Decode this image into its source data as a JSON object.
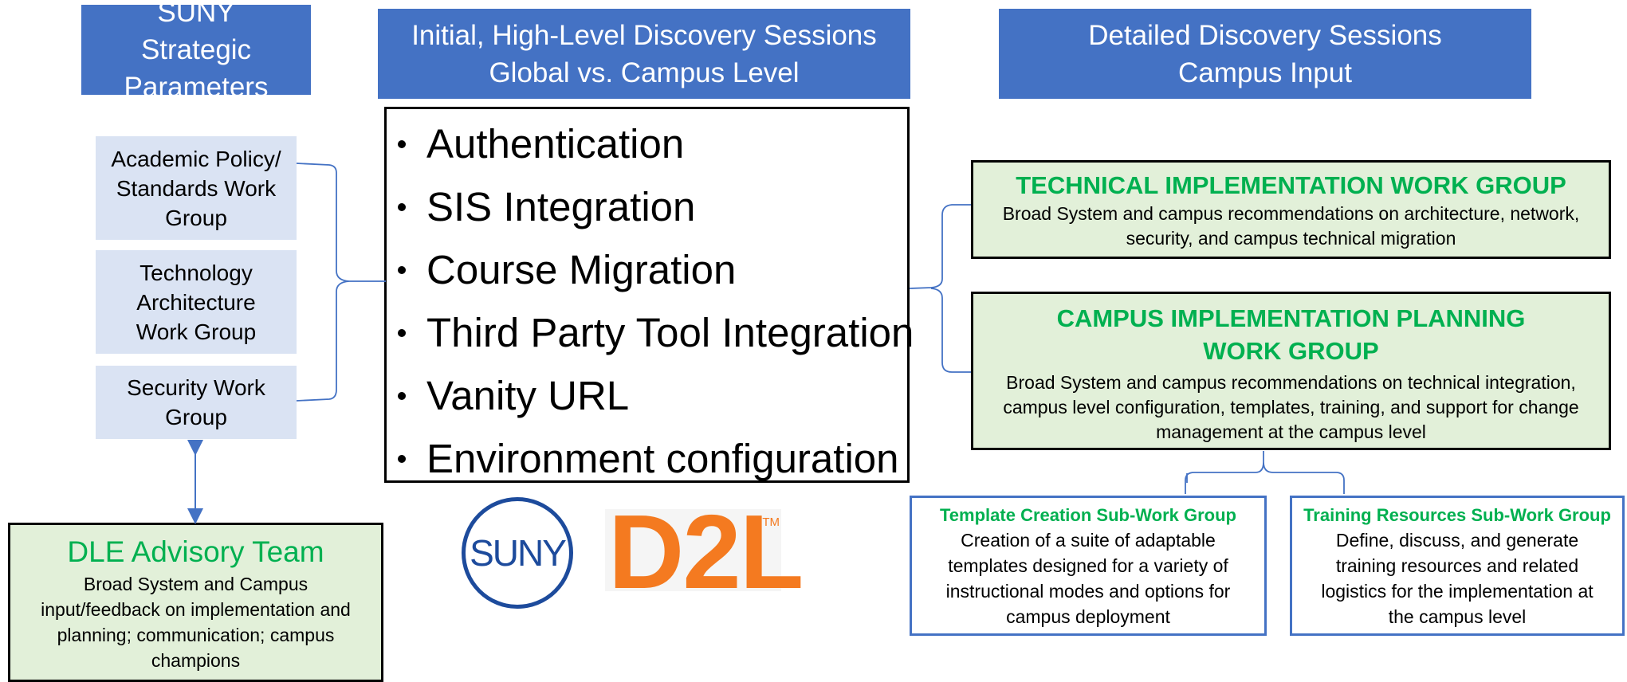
{
  "headers": {
    "strategic": "SUNY Strategic Parameters",
    "initial_line1": "Initial, High-Level Discovery Sessions",
    "initial_line2": "Global vs. Campus Level",
    "detailed_line1": "Detailed Discovery Sessions",
    "detailed_line2": "Campus Input"
  },
  "work_groups": [
    {
      "label": "Academic Policy/ Standards Work Group"
    },
    {
      "label": "Technology Architecture Work Group"
    },
    {
      "label": "Security Work Group"
    }
  ],
  "topics": [
    "Authentication",
    "SIS Integration",
    "Course Migration",
    "Third Party Tool Integration",
    "Vanity URL",
    "Environment configuration"
  ],
  "technical_group": {
    "title": "TECHNICAL IMPLEMENTATION WORK GROUP",
    "description": "Broad System and campus recommendations on architecture, network, security,  and campus technical migration"
  },
  "campus_group": {
    "title": "CAMPUS IMPLEMENTATION PLANNING WORK GROUP",
    "description": "Broad System and campus recommendations on technical integration, campus level configuration, templates, training, and support for change management at the campus level"
  },
  "sub_groups": [
    {
      "title": "Template Creation Sub-Work Group",
      "description": "Creation of a suite of adaptable templates designed for a variety of instructional modes and options for campus deployment"
    },
    {
      "title": "Training Resources Sub-Work Group",
      "description": "Define, discuss, and generate training resources and related logistics for the implementation at the campus level"
    }
  ],
  "dle": {
    "title": "DLE Advisory Team",
    "description": "Broad System and Campus input/feedback on implementation and planning; communication; campus champions"
  },
  "logos": {
    "suny": "SUNY",
    "d2l": "D2L",
    "tm": "TM"
  },
  "colors": {
    "header_blue": "#4472c4",
    "light_blue": "#dae3f3",
    "light_green": "#e2f0d9",
    "title_green": "#00b050",
    "d2l_orange": "#f47a20",
    "suny_blue": "#1d4b9c"
  }
}
